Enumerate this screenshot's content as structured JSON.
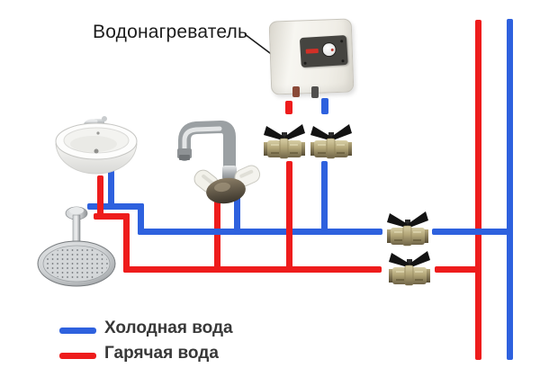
{
  "title": {
    "label": "Водонагреватель"
  },
  "legend": {
    "items": [
      {
        "label": "Холодная вода",
        "color_key": "cold"
      },
      {
        "label": "Гарячая вода",
        "color_key": "hot"
      }
    ]
  },
  "colors": {
    "cold": "#2e61de",
    "hot": "#ee1c1c"
  }
}
